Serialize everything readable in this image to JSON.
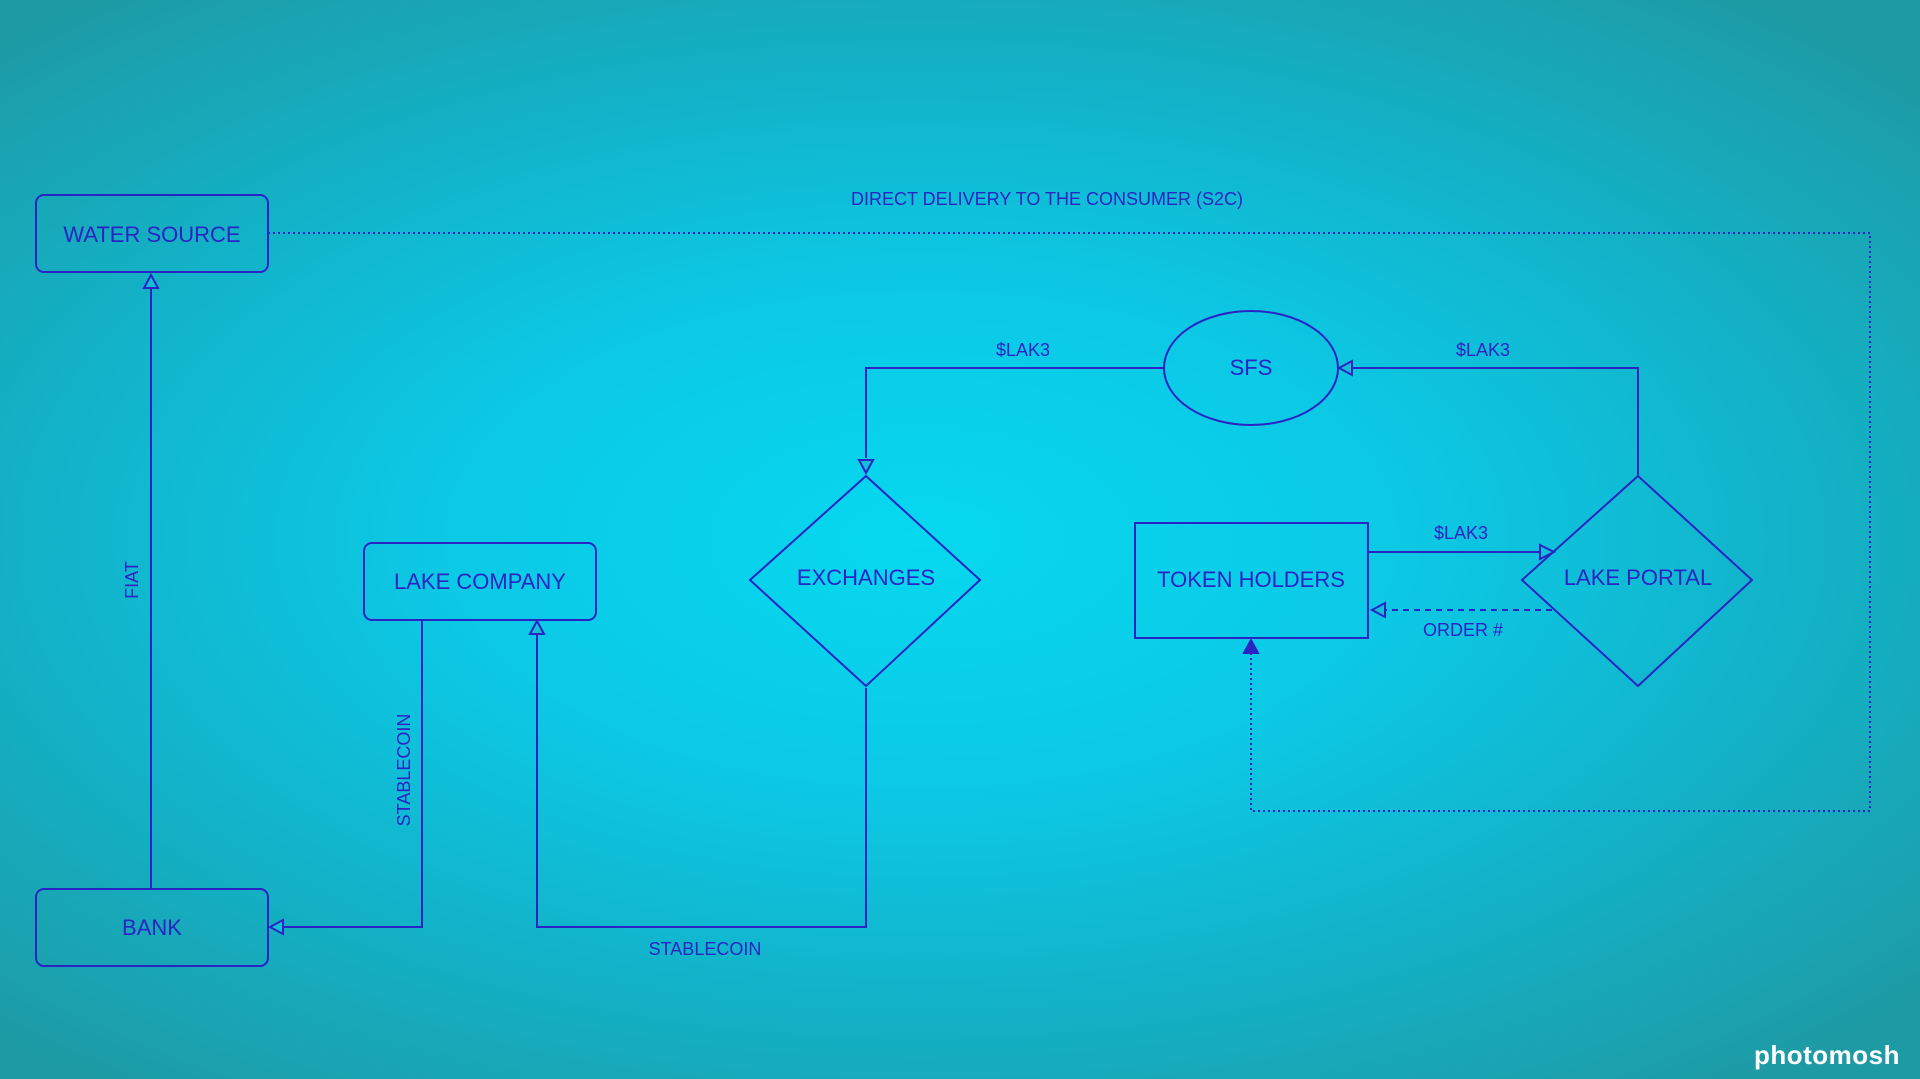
{
  "diagram": {
    "nodes": [
      {
        "id": "water-source",
        "label": "WATER SOURCE",
        "shape": "rounded-rect"
      },
      {
        "id": "bank",
        "label": "BANK",
        "shape": "rounded-rect"
      },
      {
        "id": "lake-company",
        "label": "LAKE COMPANY",
        "shape": "rounded-rect"
      },
      {
        "id": "exchanges",
        "label": "EXCHANGES",
        "shape": "diamond"
      },
      {
        "id": "sfs",
        "label": "SFS",
        "shape": "ellipse"
      },
      {
        "id": "token-holders",
        "label": "TOKEN HOLDERS",
        "shape": "rect"
      },
      {
        "id": "lake-portal",
        "label": "LAKE PORTAL",
        "shape": "diamond"
      }
    ],
    "edges": [
      {
        "from": "bank",
        "to": "water-source",
        "label": "FIAT",
        "style": "solid"
      },
      {
        "from": "lake-company",
        "to": "bank",
        "label": "STABLECOIN",
        "style": "solid"
      },
      {
        "from": "exchanges",
        "to": "lake-company",
        "label": "STABLECOIN",
        "style": "solid"
      },
      {
        "from": "sfs",
        "to": "exchanges",
        "label": "$LAK3",
        "style": "solid"
      },
      {
        "from": "lake-portal",
        "to": "sfs",
        "label": "$LAK3",
        "style": "solid"
      },
      {
        "from": "token-holders",
        "to": "lake-portal",
        "label": "$LAK3",
        "style": "solid"
      },
      {
        "from": "lake-portal",
        "to": "token-holders",
        "label": "ORDER #",
        "style": "dashed"
      },
      {
        "from": "water-source",
        "to": "token-holders",
        "label": "DIRECT DELIVERY TO THE CONSUMER (S2C)",
        "style": "dotted"
      }
    ]
  },
  "colors": {
    "ink": "#2a24c4",
    "background": "#06d8f0"
  },
  "watermark": "photomosh"
}
